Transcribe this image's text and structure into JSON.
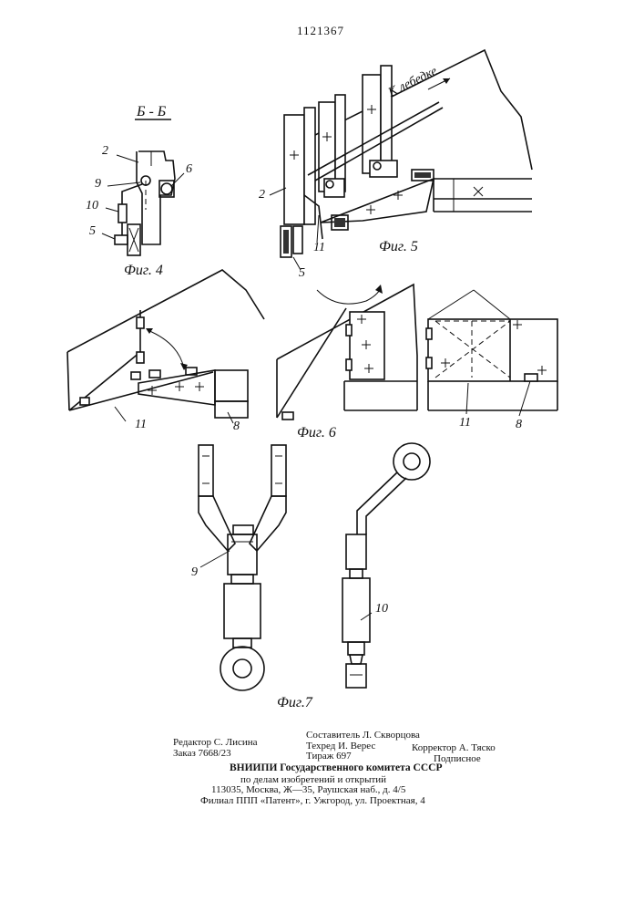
{
  "patent_number": "1121367",
  "section_label": "Б - Б",
  "winch_label": "К лебедке",
  "figures": {
    "fig4": "Фиг. 4",
    "fig5": "Фиг. 5",
    "fig6": "Фиг. 6",
    "fig7": "Фиг.7"
  },
  "part_numbers": {
    "fig4": [
      "2",
      "9",
      "6",
      "10",
      "5"
    ],
    "fig5": [
      "2",
      "11",
      "5"
    ],
    "fig6": [
      "11",
      "8",
      "11",
      "8"
    ],
    "fig7": [
      "9",
      "10"
    ]
  },
  "imprint": {
    "editor": "Редактор С. Лисина",
    "compiler": "Составитель Л. Скворцова",
    "techred": "Техред И. Верес",
    "corrector": "Корректор А. Тяско",
    "order": "Заказ 7668/23",
    "circulation": "Тираж 697",
    "subscription": "Подписное",
    "org_line1": "ВНИИПИ Государственного комитета СССР",
    "org_line2": "по делам изобретений и открытий",
    "org_line3": "113035, Москва, Ж—35, Раушская наб., д. 4/5",
    "branch": "Филиал ППП «Патент», г. Ужгород, ул. Проектная, 4"
  }
}
